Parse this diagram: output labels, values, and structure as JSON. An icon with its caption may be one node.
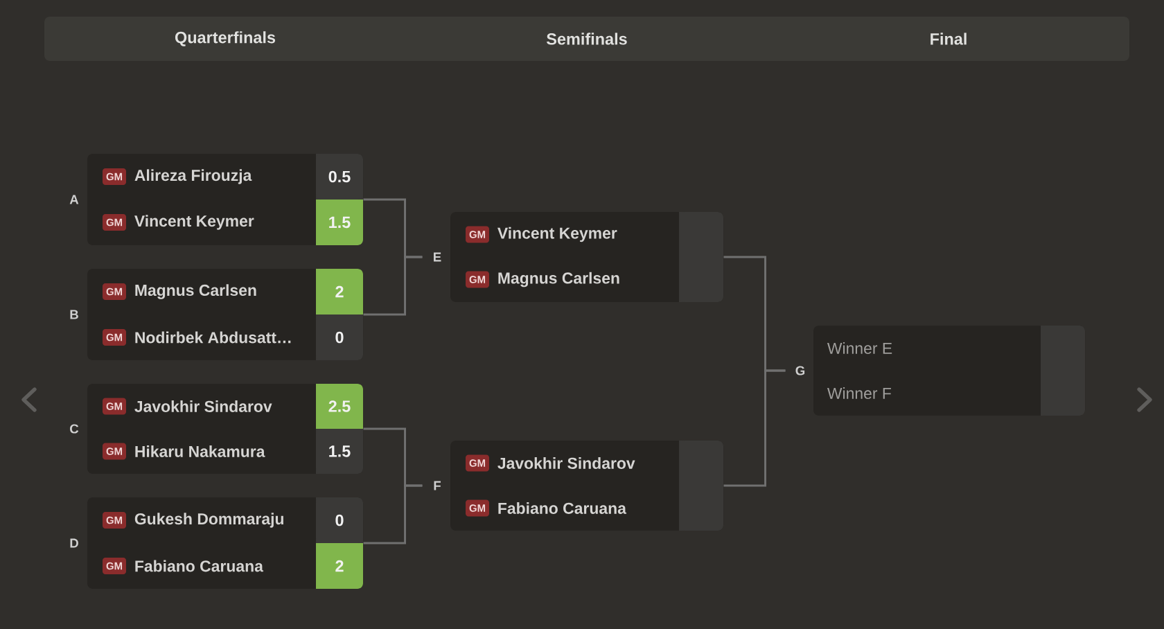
{
  "diagram": {
    "nodes": [
      {
        "text": [
          "Quarterfinals",
          "Semifinals",
          "Final"
        ]
      },
      {
        "text": [
          "Alireza Firouzja",
          "Vincent Keymer"
        ],
        "beside": [
          "A"
        ]
      },
      {
        "text": [
          "GM"
        ],
        "in": 1
      },
      {
        "text": [
          "0.5"
        ],
        "in": 1
      },
      {
        "text": [
          "GM"
        ],
        "in": 1
      },
      {
        "text": [
          "1.5"
        ],
        "in": 1
      },
      {
        "text": [
          "Magnus Carlsen",
          "Nodirbek Abdusatt…"
        ],
        "beside": [
          "B"
        ]
      },
      {
        "text": [
          "GM"
        ],
        "in": 6
      },
      {
        "text": [
          "2"
        ],
        "in": 6
      },
      {
        "text": [
          "GM"
        ],
        "in": 6
      },
      {
        "text": [
          "0"
        ],
        "in": 6
      },
      {
        "text": [
          "Javokhir Sindarov",
          "Hikaru Nakamura"
        ],
        "beside": [
          "C"
        ]
      },
      {
        "text": [
          "GM"
        ],
        "in": 11
      },
      {
        "text": [
          "2.5"
        ],
        "in": 11
      },
      {
        "text": [
          "GM"
        ],
        "in": 11
      },
      {
        "text": [
          "1.5"
        ],
        "in": 11
      },
      {
        "text": [
          "Gukesh Dommaraju",
          "Fabiano Caruana"
        ],
        "beside": [
          "D"
        ]
      },
      {
        "text": [
          "GM"
        ],
        "in": 16
      },
      {
        "text": [
          "0"
        ],
        "in": 16
      },
      {
        "text": [
          "GM"
        ],
        "in": 16
      },
      {
        "text": [
          "2"
        ],
        "in": 16
      },
      {
        "text": [
          "Vincent Keymer",
          "Magnus Carlsen"
        ],
        "beside": [
          "E"
        ]
      },
      {
        "text": [
          "GM"
        ],
        "in": 21
      },
      {
        "text": [
          "GM"
        ],
        "in": 21
      },
      {
        "text": [],
        "shape": "box",
        "in": 21
      },
      {
        "text": [
          "Javokhir Sindarov",
          "Fabiano Caruana"
        ],
        "beside": [
          "F"
        ]
      },
      {
        "text": [
          "GM"
        ],
        "in": 25
      },
      {
        "text": [
          "GM"
        ],
        "in": 25
      },
      {
        "text": [],
        "shape": "box",
        "in": 25
      },
      {
        "text": [
          "Winner E",
          "Winner F"
        ],
        "beside": [
          "G"
        ]
      },
      {
        "text": [],
        "shape": "box",
        "in": 29
      }
    ],
    "edges": [
      {
        "from": 1,
        "to": 21,
        "arrow": "none"
      },
      {
        "from": 6,
        "to": 21,
        "arrow": "none"
      },
      {
        "from": 11,
        "to": 25,
        "arrow": "none"
      },
      {
        "from": 16,
        "to": 25,
        "arrow": "none"
      },
      {
        "from": 21,
        "to": 29,
        "arrow": "none"
      },
      {
        "from": 25,
        "to": 29,
        "arrow": "none"
      }
    ]
  }
}
